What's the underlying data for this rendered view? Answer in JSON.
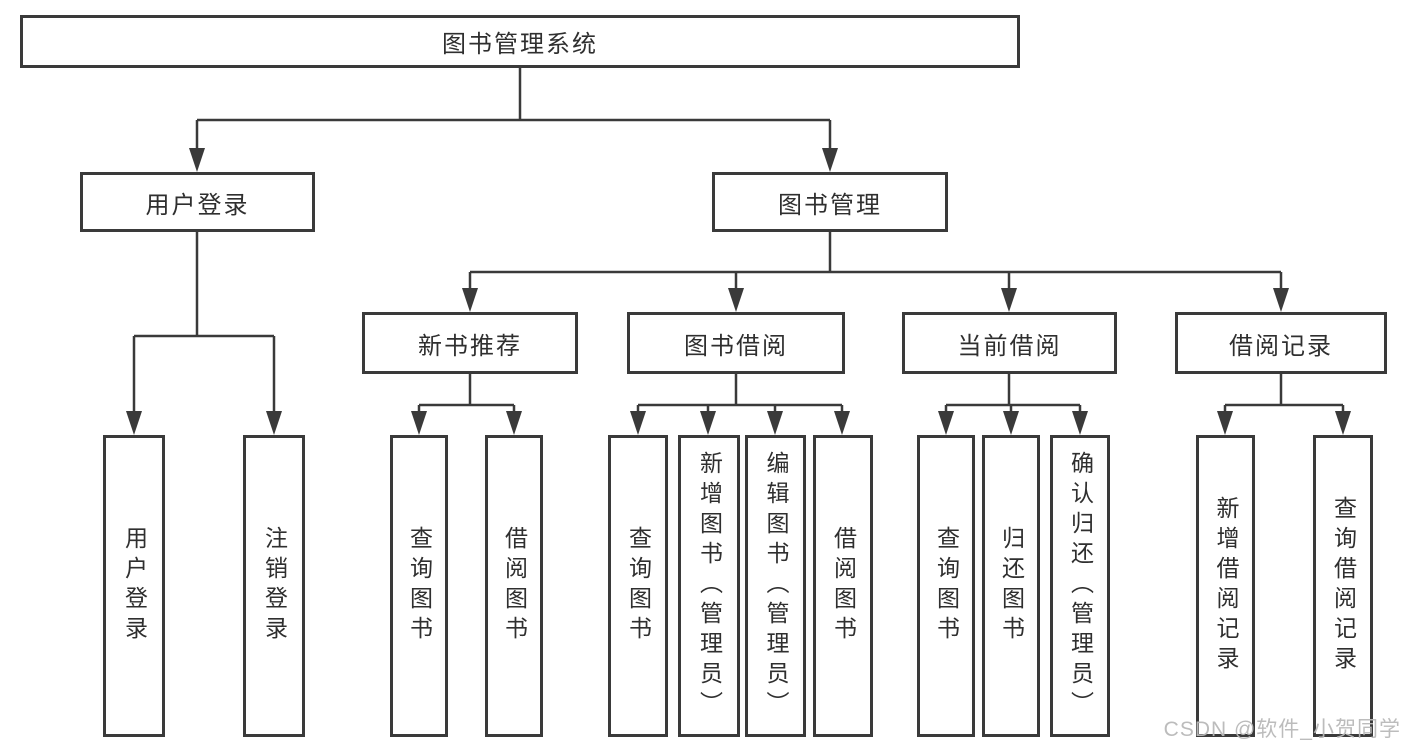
{
  "nodes": {
    "root": {
      "label": "图书管理系统"
    },
    "user_login": {
      "label": "用户登录",
      "children": {
        "login": {
          "label": "用户登录"
        },
        "logout": {
          "label": "注销登录"
        }
      }
    },
    "book_mgmt": {
      "label": "图书管理",
      "children": {
        "new_rec": {
          "label": "新书推荐",
          "children": {
            "query": {
              "label": "查询图书"
            },
            "borrow": {
              "label": "借阅图书"
            }
          }
        },
        "borrow": {
          "label": "图书借阅",
          "children": {
            "query": {
              "label": "查询图书"
            },
            "add": {
              "label": "新增图书（管理员）"
            },
            "edit": {
              "label": "编辑图书（管理员）"
            },
            "borrow": {
              "label": "借阅图书"
            }
          }
        },
        "current": {
          "label": "当前借阅",
          "children": {
            "query": {
              "label": "查询图书"
            },
            "return": {
              "label": "归还图书"
            },
            "confirm": {
              "label": "确认归还（管理员）"
            }
          }
        },
        "records": {
          "label": "借阅记录",
          "children": {
            "add": {
              "label": "新增借阅记录"
            },
            "query": {
              "label": "查询借阅记录"
            }
          }
        }
      }
    }
  },
  "watermark": {
    "text": "CSDN @软件_小贺同学"
  },
  "colors": {
    "line": "#3a3a3a",
    "text": "#2f2f2f",
    "background": "#ffffff",
    "watermark": "#b8b8b8"
  }
}
